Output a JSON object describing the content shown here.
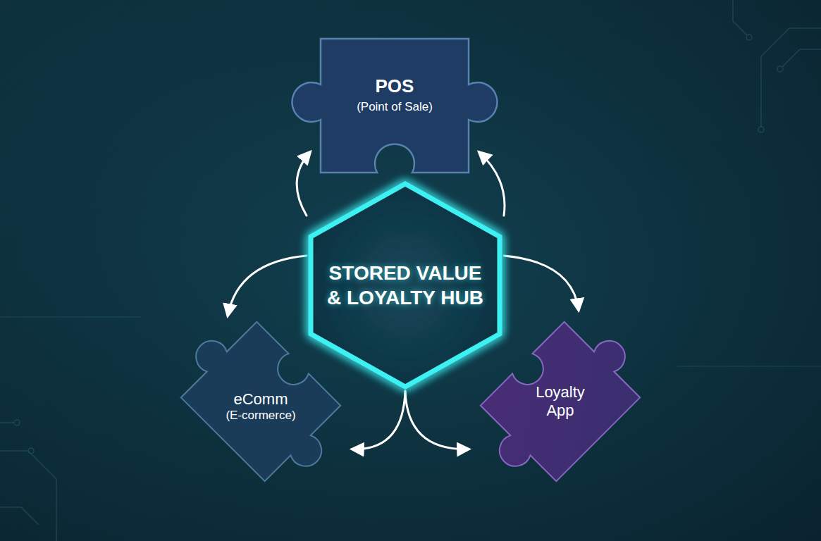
{
  "diagram": {
    "nodes": [
      {
        "text": [
          "POS",
          "(Point of Sale)"
        ]
      },
      {
        "text": [
          "STORED VALUE & LOYALTY HUB"
        ]
      },
      {
        "text": [
          "eComm",
          "(E-cormerce)"
        ]
      },
      {
        "text": [
          "Loyalty App"
        ]
      }
    ],
    "edges": [
      {
        "from": 1,
        "to": 0,
        "arrow": "to"
      },
      {
        "from": 1,
        "to": 0,
        "arrow": "to"
      },
      {
        "from": 1,
        "to": 2,
        "arrow": "to"
      },
      {
        "from": 1,
        "to": 3,
        "arrow": "to"
      },
      {
        "from": 1,
        "to": 2,
        "arrow": "to"
      },
      {
        "from": 1,
        "to": 3,
        "arrow": "to"
      }
    ]
  }
}
